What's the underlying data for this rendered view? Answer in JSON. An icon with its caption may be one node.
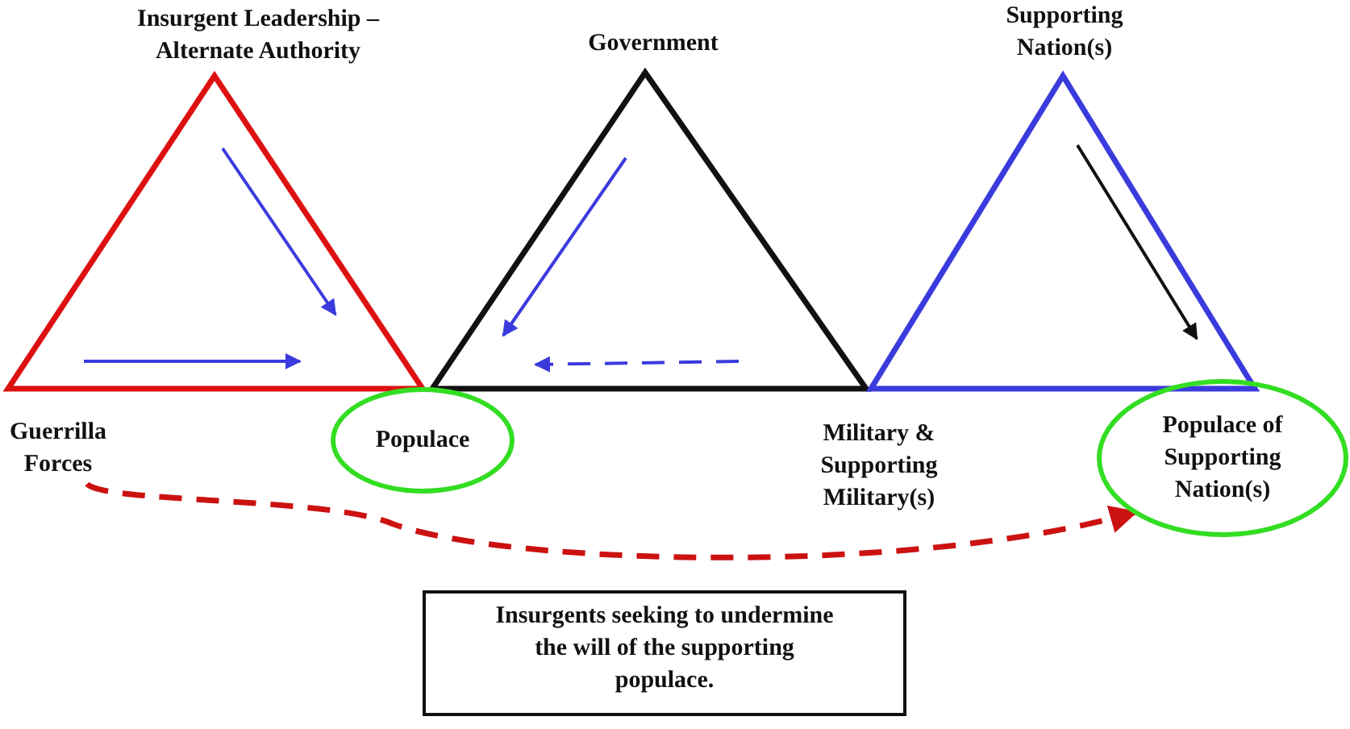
{
  "diagram": {
    "nodes": [
      {
        "text": [
          "Insurgent Leadership – Alternate Authority"
        ]
      },
      {
        "text": [
          "Government"
        ]
      },
      {
        "text": [
          "Supporting Nation(s)"
        ]
      },
      {
        "text": [],
        "shape": "triangle"
      },
      {
        "text": [],
        "shape": "triangle"
      },
      {
        "text": [],
        "shape": "triangle"
      },
      {
        "text": [
          "Guerrilla Forces"
        ]
      },
      {
        "text": [
          "Populace"
        ]
      },
      {
        "text": [
          "Military & Supporting Military(s)"
        ]
      },
      {
        "text": [
          "Populace of Supporting Nation(s)"
        ]
      },
      {
        "text": [
          "Insurgents seeking to undermine the will of the supporting populace."
        ]
      }
    ],
    "edges": [
      {
        "from": 6,
        "to": 9,
        "arrow": "to",
        "style": "dashed",
        "color": "#cc1111"
      }
    ]
  }
}
